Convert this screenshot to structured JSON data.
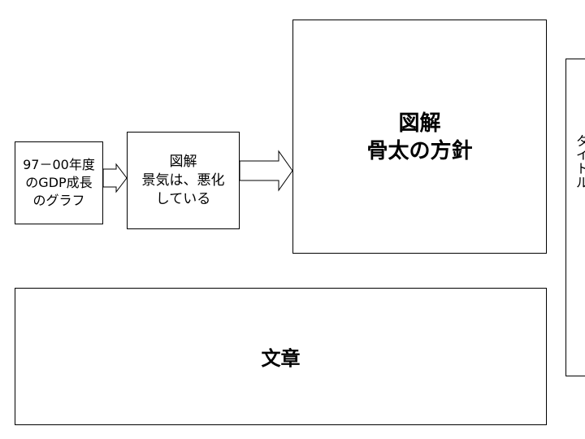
{
  "diagram": {
    "gdp_box": "97－00年度\nのGDP成長\nのグラフ",
    "economy_box": "図解\n景気は、悪化\nしている",
    "policy_box": "図解\n骨太の方針",
    "text_box": "文章",
    "title_box": "タ\nイ\nト\nル"
  }
}
